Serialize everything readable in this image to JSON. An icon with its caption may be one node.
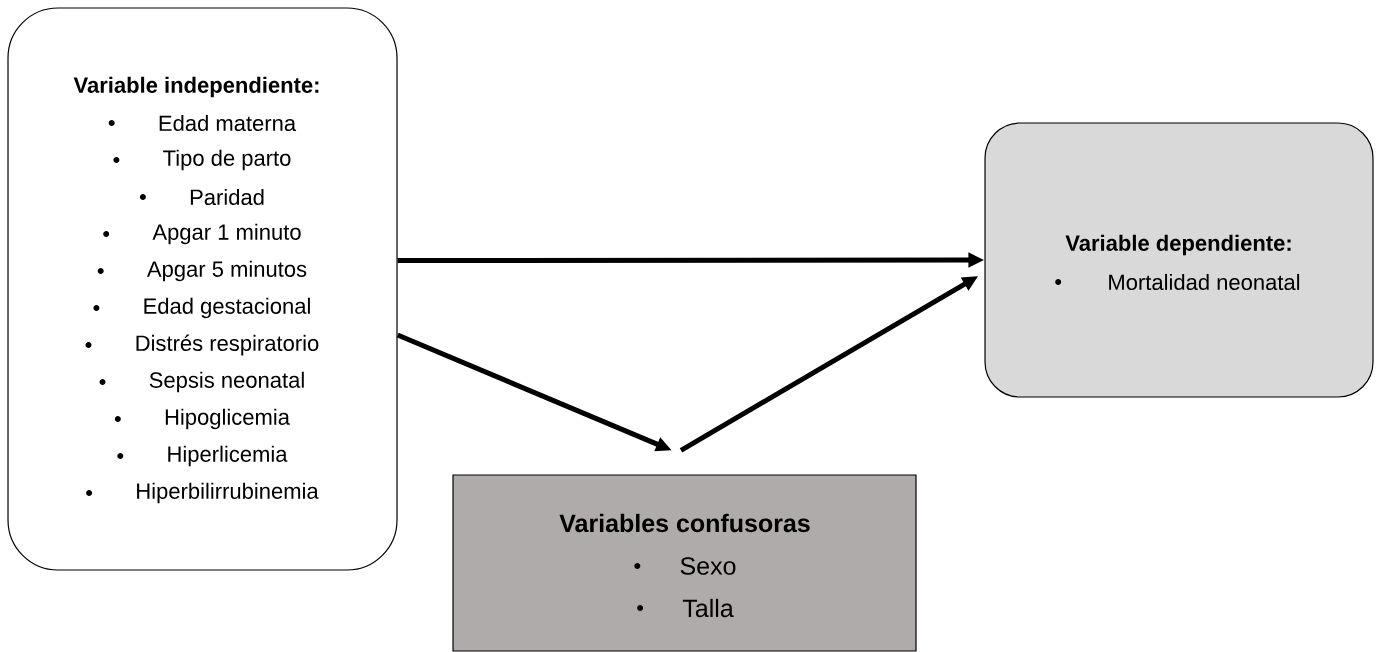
{
  "diagram": {
    "nodes": [
      {
        "text": [
          "Variable independiente:",
          "Edad materna",
          "Tipo de parto",
          "Paridad",
          "Apgar 1 minuto",
          "Apgar 5 minutos",
          "Edad gestacional",
          "Distrés respiratorio",
          "Sepsis neonatal",
          "Hipoglicemia",
          "Hiperlicemia",
          "Hiperbilirrubinemia"
        ]
      },
      {
        "text": [
          "Variable dependiente:",
          "Mortalidad neonatal"
        ]
      },
      {
        "text": [
          "Variables confusoras",
          "Sexo",
          "Talla"
        ]
      }
    ],
    "edges": [
      {
        "from": 0,
        "to": 1,
        "arrow": "to"
      },
      {
        "from": 0,
        "to": 2,
        "arrow": "to"
      },
      {
        "from": 2,
        "to": 1,
        "arrow": "to"
      }
    ]
  }
}
